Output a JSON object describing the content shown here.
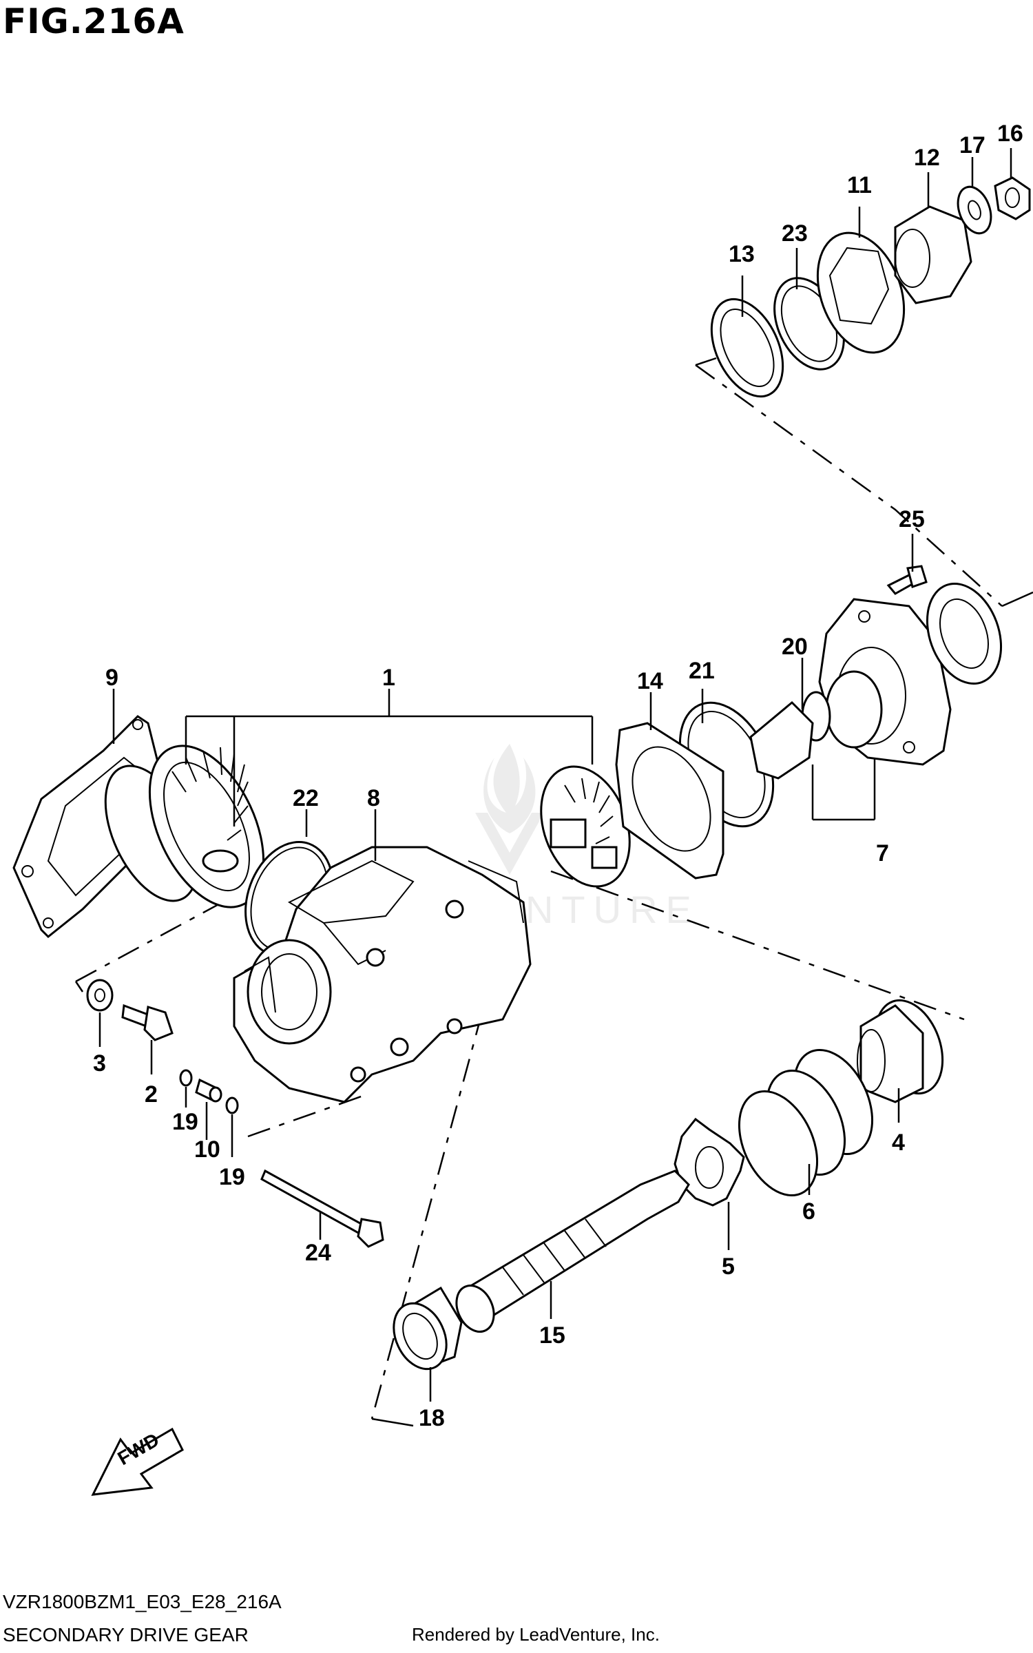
{
  "title": "FIG.216A",
  "footer": {
    "code": "VZR1800BZM1_E03_E28_216A",
    "name": "SECONDARY DRIVE GEAR",
    "rendered_by": "Rendered by LeadVenture, Inc."
  },
  "watermark": "LEADVENTURE",
  "fwd_label": "FWD",
  "callouts": [
    "1",
    "2",
    "3",
    "4",
    "5",
    "6",
    "7",
    "8",
    "9",
    "10",
    "11",
    "12",
    "13",
    "14",
    "15",
    "16",
    "17",
    "18",
    "19",
    "19",
    "20",
    "21",
    "22",
    "23",
    "24",
    "25"
  ]
}
